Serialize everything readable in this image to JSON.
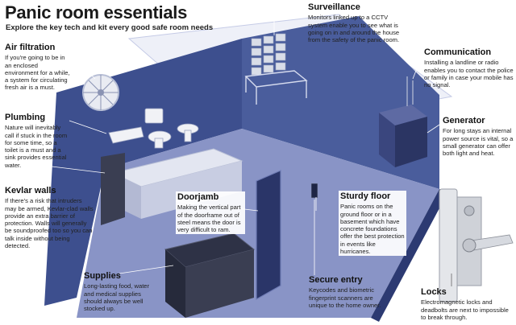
{
  "title": "Panic room essentials",
  "subtitle": "Explore the key tech and kit every good safe room needs",
  "callouts": {
    "air_filtration": {
      "heading": "Air filtration",
      "text": "If you're going to be in an enclosed environment for a while, a system for circulating fresh air is a must."
    },
    "plumbing": {
      "heading": "Plumbing",
      "text": "Nature will inevitably call if stuck in the room for some time, so a toilet is a must and a sink provides essential water."
    },
    "kevlar_walls": {
      "heading": "Kevlar walls",
      "text": "If there's a risk that intruders may be armed, Kevlar-clad walls provide an extra barrier of protection. Walls will generally be soundproofed too so you can talk inside without being detected."
    },
    "supplies": {
      "heading": "Supplies",
      "text": "Long-lasting food, water and medical supplies should always be well stocked up."
    },
    "doorjamb": {
      "heading": "Doorjamb",
      "text": "Making the vertical part of the doorframe out of steel means the door is very difficult to ram."
    },
    "surveillance": {
      "heading": "Surveillance",
      "text": "Monitors linked up to a CCTV system enable you to see what is going on in and around the house from the safety of the panic room."
    },
    "communication": {
      "heading": "Communication",
      "text": "Installing a landline or radio enables you to contact the police or family in case your mobile has no signal."
    },
    "generator": {
      "heading": "Generator",
      "text": "For long stays an internal power source is vital, so a small generator can offer both light and heat."
    },
    "sturdy_floor": {
      "heading": "Sturdy floor",
      "text": "Panic rooms on the ground floor or in a basement which have concrete foundations offer the best protection in events like hurricanes."
    },
    "secure_entry": {
      "heading": "Secure entry",
      "text": "Keycodes and biometric fingerprint scanners are unique to the home owner."
    },
    "locks": {
      "heading": "Locks",
      "text": "Electromagnetic locks and deadbolts are next to impossible to break through."
    }
  },
  "colors": {
    "wall": "#3d4f8e",
    "wall_dark": "#2c3a72",
    "floor": "#8994c6",
    "ceiling_edge": "#c5cbe6"
  }
}
